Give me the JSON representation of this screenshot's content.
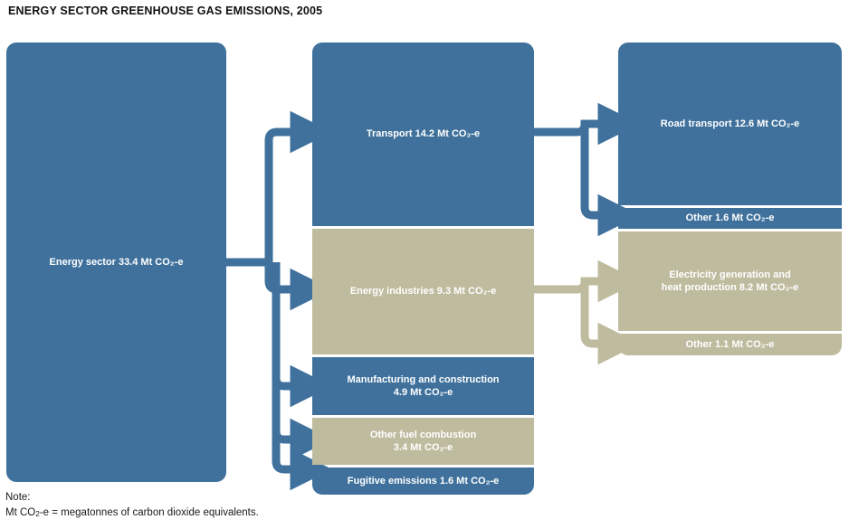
{
  "title": "ENERGY SECTOR GREENHOUSE GAS EMISSIONS, 2005",
  "colors": {
    "blue": "#3f719c",
    "tan": "#bfbb9e",
    "text_on_fill": "#ffffff",
    "page_background": "#ffffff",
    "title_text": "#111111"
  },
  "chart_data": {
    "type": "diagram",
    "title": "ENERGY SECTOR GREENHOUSE GAS EMISSIONS, 2005",
    "unit": "Mt CO2-e",
    "year": 2005,
    "levels": [
      {
        "level": 1,
        "nodes": [
          {
            "id": "energy-sector",
            "label": "Energy sector 33.4 Mt CO₂-e",
            "name": "Energy sector",
            "value": 33.4,
            "color": "#3f719c"
          }
        ]
      },
      {
        "level": 2,
        "nodes": [
          {
            "id": "transport",
            "label": "Transport 14.2 Mt CO₂-e",
            "name": "Transport",
            "value": 14.2,
            "color": "#3f719c"
          },
          {
            "id": "energy-industries",
            "label": "Energy industries 9.3 Mt CO₂-e",
            "name": "Energy industries",
            "value": 9.3,
            "color": "#bfbb9e"
          },
          {
            "id": "manufacturing",
            "label": "Manufacturing and construction 4.9 Mt CO₂-e",
            "name": "Manufacturing and construction",
            "value": 4.9,
            "color": "#3f719c"
          },
          {
            "id": "other-fuel",
            "label": "Other fuel combustion 3.4 Mt CO₂-e",
            "name": "Other fuel combustion",
            "value": 3.4,
            "color": "#bfbb9e"
          },
          {
            "id": "fugitive",
            "label": "Fugitive emissions 1.6 Mt CO₂-e",
            "name": "Fugitive emissions",
            "value": 1.6,
            "color": "#3f719c"
          }
        ]
      },
      {
        "level": 3,
        "nodes": [
          {
            "id": "road-transport",
            "label": "Road transport 12.6 Mt CO₂-e",
            "name": "Road transport",
            "value": 12.6,
            "parent": "transport",
            "color": "#3f719c"
          },
          {
            "id": "other-transport",
            "label": "Other 1.6 Mt CO₂-e",
            "name": "Other",
            "value": 1.6,
            "parent": "transport",
            "color": "#3f719c"
          },
          {
            "id": "electricity",
            "label": "Electricity generation and heat production 8.2 Mt CO₂-e",
            "name": "Electricity generation and heat production",
            "value": 8.2,
            "parent": "energy-industries",
            "color": "#bfbb9e"
          },
          {
            "id": "other-energy",
            "label": "Other 1.1 Mt CO₂-e",
            "name": "Other",
            "value": 1.1,
            "parent": "energy-industries",
            "color": "#bfbb9e"
          }
        ]
      }
    ],
    "links": [
      {
        "from": "energy-sector",
        "to": "transport",
        "color": "#3f719c"
      },
      {
        "from": "energy-sector",
        "to": "energy-industries",
        "color": "#3f719c"
      },
      {
        "from": "energy-sector",
        "to": "manufacturing",
        "color": "#3f719c"
      },
      {
        "from": "energy-sector",
        "to": "other-fuel",
        "color": "#3f719c"
      },
      {
        "from": "energy-sector",
        "to": "fugitive",
        "color": "#3f719c"
      },
      {
        "from": "transport",
        "to": "road-transport",
        "color": "#3f719c"
      },
      {
        "from": "transport",
        "to": "other-transport",
        "color": "#3f719c"
      },
      {
        "from": "energy-industries",
        "to": "electricity",
        "color": "#bfbb9e"
      },
      {
        "from": "energy-industries",
        "to": "other-energy",
        "color": "#bfbb9e"
      }
    ]
  },
  "boxes": {
    "energy_sector": {
      "line1": "Energy sector 33.4 Mt CO₂-e"
    },
    "transport": {
      "line1": "Transport 14.2 Mt CO₂-e"
    },
    "energy_industries": {
      "line1": "Energy industries 9.3 Mt CO₂-e"
    },
    "manufacturing": {
      "line1": "Manufacturing and construction",
      "line2": "4.9 Mt CO₂-e"
    },
    "other_fuel": {
      "line1": "Other fuel combustion",
      "line2": "3.4 Mt CO₂-e"
    },
    "fugitive": {
      "line1": "Fugitive emissions 1.6 Mt CO₂-e"
    },
    "road_transport": {
      "line1": "Road transport 12.6 Mt CO₂-e"
    },
    "other_transport": {
      "line1": "Other 1.6 Mt CO₂-e"
    },
    "electricity": {
      "line1": "Electricity generation and",
      "line2": "heat production 8.2 Mt CO₂-e"
    },
    "other_energy": {
      "line1": "Other 1.1 Mt CO₂-e"
    }
  },
  "note": {
    "heading": "Note:",
    "line1_prefix": "Mt CO",
    "line1_sub": "2",
    "line1_suffix": "-e = megatonnes of carbon dioxide equivalents."
  }
}
